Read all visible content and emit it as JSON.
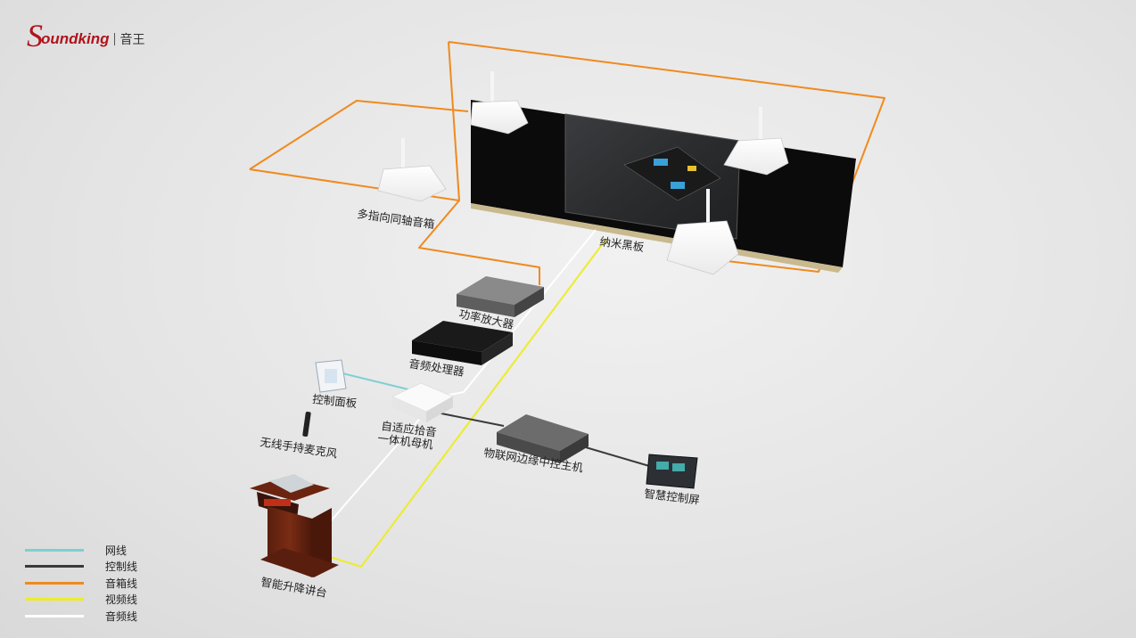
{
  "brand": {
    "logo_mark": "S",
    "logo_text": "oundking",
    "logo_cn": "音王"
  },
  "labels": {
    "speaker": "多指向同轴音箱",
    "blackboard": "纳米黑板",
    "amplifier": "功率放大器",
    "audio_processor": "音频处理器",
    "control_panel": "控制面板",
    "mic_host_line1": "自适应拾音",
    "mic_host_line2": "一体机母机",
    "wireless_mic": "无线手持麦克风",
    "iot_host": "物联网边缘中控主机",
    "smart_screen": "智慧控制屏",
    "podium": "智能升降讲台"
  },
  "legend": [
    {
      "label": "网线",
      "color": "#7ecfd2"
    },
    {
      "label": "控制线",
      "color": "#3a3a3a"
    },
    {
      "label": "音箱线",
      "color": "#f08a1e"
    },
    {
      "label": "视频线",
      "color": "#ecec2a"
    },
    {
      "label": "音频线",
      "color": "#ffffff"
    }
  ],
  "colors": {
    "network": "#7ecfd2",
    "control": "#3a3a3a",
    "speaker": "#f08a1e",
    "video": "#ecec2a",
    "audio": "#ffffff"
  }
}
